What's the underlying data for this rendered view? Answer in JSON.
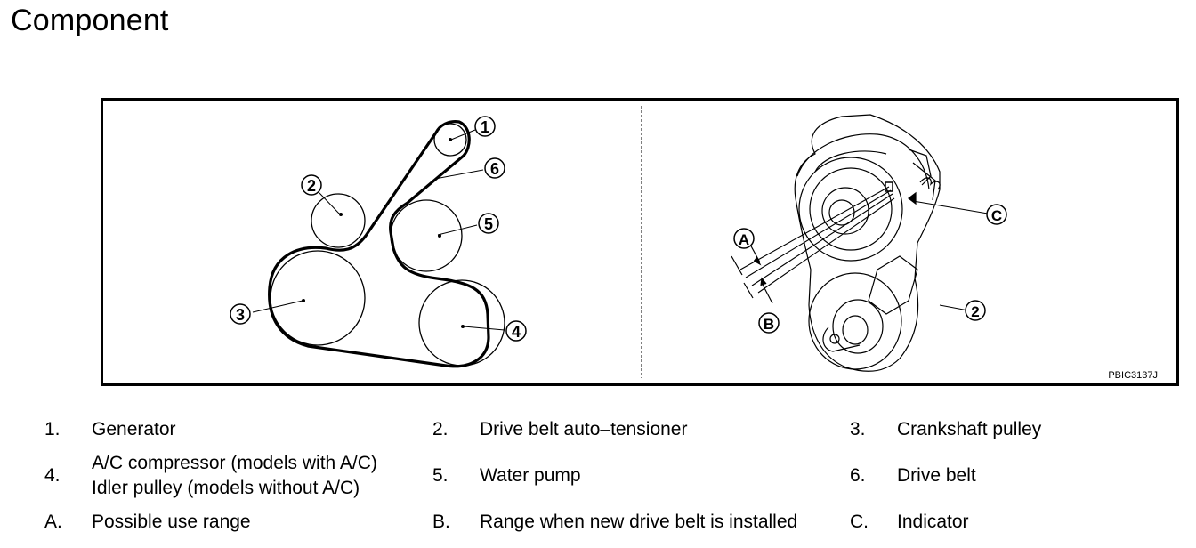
{
  "page": {
    "title": "Component"
  },
  "figure": {
    "code": "PBIC3137J",
    "callouts_left": [
      "1",
      "2",
      "3",
      "4",
      "5",
      "6"
    ],
    "callouts_right": [
      "A",
      "B",
      "C",
      "2"
    ]
  },
  "legend": {
    "items": [
      {
        "key": "1.",
        "text": "Generator"
      },
      {
        "key": "2.",
        "text": "Drive belt auto–tensioner"
      },
      {
        "key": "3.",
        "text": "Crankshaft pulley"
      },
      {
        "key": "4.",
        "text": "A/C compressor (models with A/C)",
        "text2": "Idler pulley (models without A/C)"
      },
      {
        "key": "5.",
        "text": "Water pump"
      },
      {
        "key": "6.",
        "text": "Drive belt"
      },
      {
        "key": "A.",
        "text": "Possible use range"
      },
      {
        "key": "B.",
        "text": "Range when new drive belt is installed"
      },
      {
        "key": "C.",
        "text": "Indicator"
      }
    ]
  }
}
